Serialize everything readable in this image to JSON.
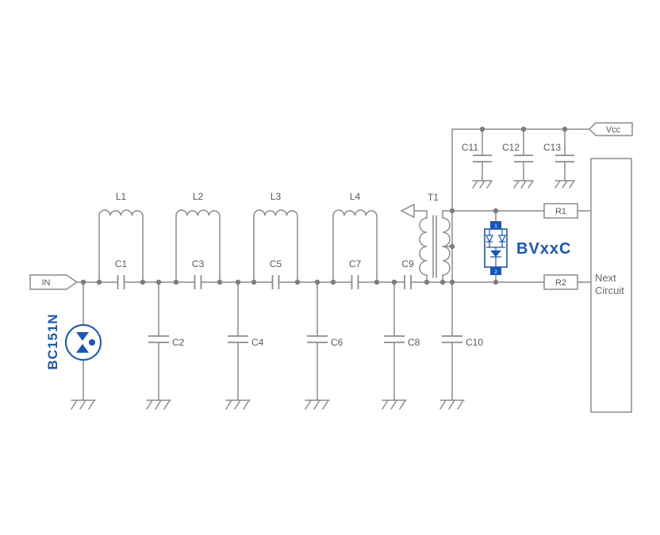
{
  "diagram": {
    "type": "rf-surge-protection-schematic",
    "input_tag": "IN",
    "vcc_tag": "Vcc",
    "components": {
      "L1": "L1",
      "L2": "L2",
      "L3": "L3",
      "L4": "L4",
      "C1": "C1",
      "C2": "C2",
      "C3": "C3",
      "C4": "C4",
      "C5": "C5",
      "C6": "C6",
      "C7": "C7",
      "C8": "C8",
      "C9": "C9",
      "C10": "C10",
      "C11": "C11",
      "C12": "C12",
      "C13": "C13",
      "T1": "T1",
      "R1": "R1",
      "R2": "R2",
      "surge_protector": "BC151N",
      "tvs_array": "BVxxC",
      "tvs_pin_top": "1",
      "tvs_pin_bottom": "2"
    },
    "next_circuit": {
      "line1": "Next",
      "line2": "Circuit"
    }
  },
  "colors": {
    "wire": "#8C8C8C",
    "junction_dot": "#7D7D7D",
    "label_text": "#595959",
    "accent_blue": "#1557BE",
    "background": "#FFFFFF"
  }
}
